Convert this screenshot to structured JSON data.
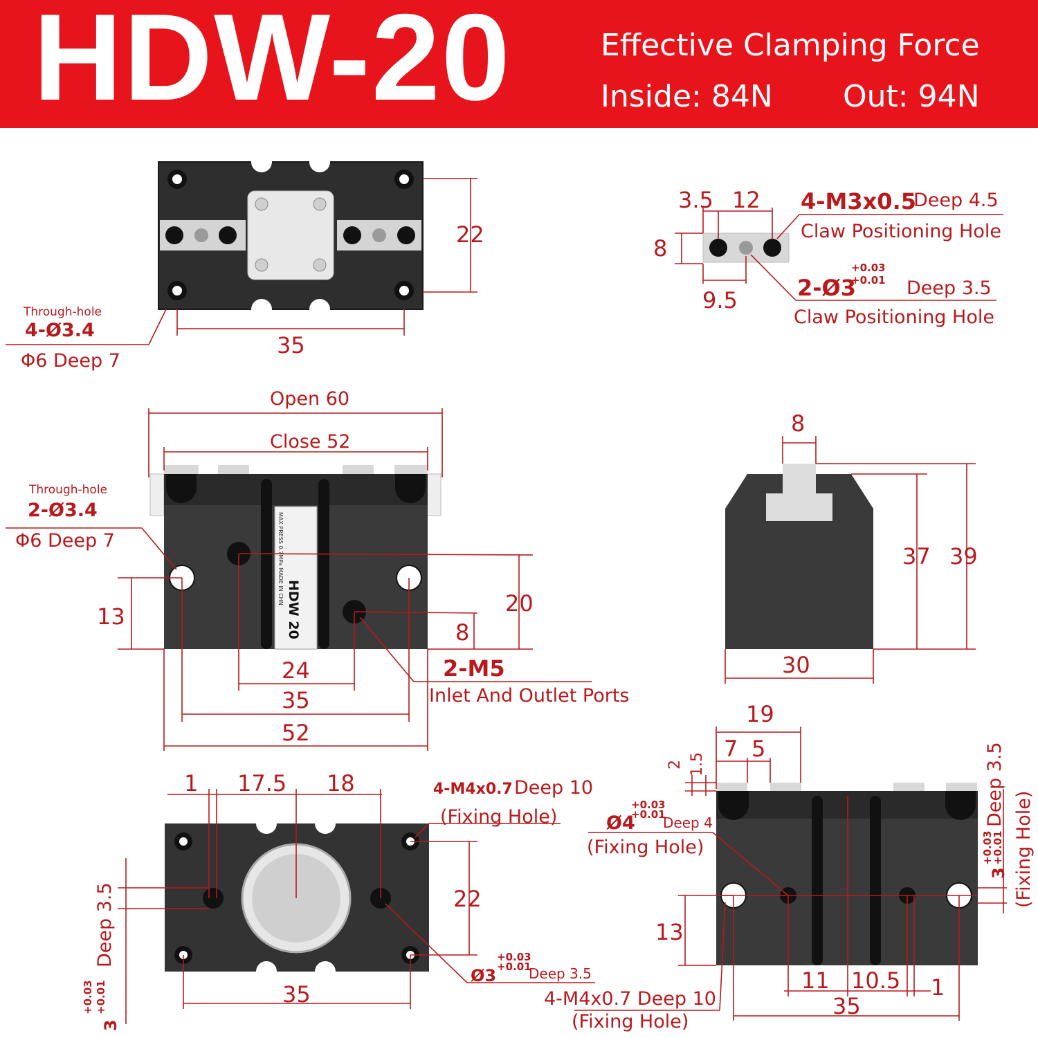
{
  "header": {
    "model": "HDW-20",
    "force_title": "Effective Clamping Force",
    "inside": "Inside: 84N",
    "outside": "Out: 94N"
  },
  "top_view": {
    "dim_height": "22",
    "dim_width": "35",
    "through_hole_label": "Through-hole",
    "hole_spec": "4-Ø3.4",
    "counterbore": "Φ6 Deep 7"
  },
  "claw_detail": {
    "dim_a": "3.5",
    "dim_b": "12",
    "dim_c": "8",
    "dim_d": "9.5",
    "thread_spec": "4-M3x0.5",
    "thread_depth": "Deep 4.5",
    "thread_note": "Claw Positioning Hole",
    "pin_spec": "2-Ø3",
    "pin_tol_upper": "+0.03",
    "pin_tol_lower": "+0.01",
    "pin_depth": "Deep 3.5",
    "pin_note": "Claw Positioning Hole"
  },
  "front_view": {
    "open": "Open 60",
    "close": "Close 52",
    "through_hole_label": "Through-hole",
    "hole_spec": "2-Ø3.4",
    "counterbore": "Φ6 Deep 7",
    "dim_13": "13",
    "dim_20": "20",
    "dim_8": "8",
    "port_spec": "2-M5",
    "port_note": "Inlet And Outlet Ports",
    "dim_24": "24",
    "dim_35": "35",
    "dim_52": "52",
    "body_label": "HDW 20",
    "body_small": "MAX PRESS 0.7MPa MADE IN CHN"
  },
  "side_view": {
    "dim_8": "8",
    "dim_37": "37",
    "dim_39": "39",
    "dim_30": "30"
  },
  "bottom_view": {
    "dim_1": "1",
    "dim_17_5": "17.5",
    "dim_18": "18",
    "fix_spec": "4-M4x0.7",
    "fix_depth": "Deep 10",
    "fix_note": "(Fixing Hole)",
    "dim_22": "22",
    "dim_35": "35",
    "pin_spec": "Ø3",
    "pin_tol_upper": "+0.03",
    "pin_tol_lower": "+0.01",
    "pin_depth": "Deep 3.5",
    "side_depth": "Deep 3.5",
    "side_spec": "3",
    "side_tol_upper": "+0.03",
    "side_tol_lower": "+0.01"
  },
  "rear_view": {
    "dim_19": "19",
    "dim_7": "7",
    "dim_5": "5",
    "dim_2": "2",
    "dim_1_5": "1.5",
    "hole_spec": "Ø4",
    "hole_tol_upper": "+0.03",
    "hole_tol_lower": "+0.01",
    "hole_depth": "Deep 4",
    "hole_note": "(Fixing Hole)",
    "dim_13": "13",
    "dim_11": "11",
    "dim_10_5": "10.5",
    "dim_1": "1",
    "dim_35": "35",
    "fix_spec": "4-M4x0.7 Deep 10",
    "fix_note": "(Fixing Hole)",
    "side_depth": "Deep 3.5",
    "side_spec": "3",
    "side_tol_upper": "+0.03",
    "side_tol_lower": "+0.01",
    "side_note": "(Fixing Hole)"
  }
}
